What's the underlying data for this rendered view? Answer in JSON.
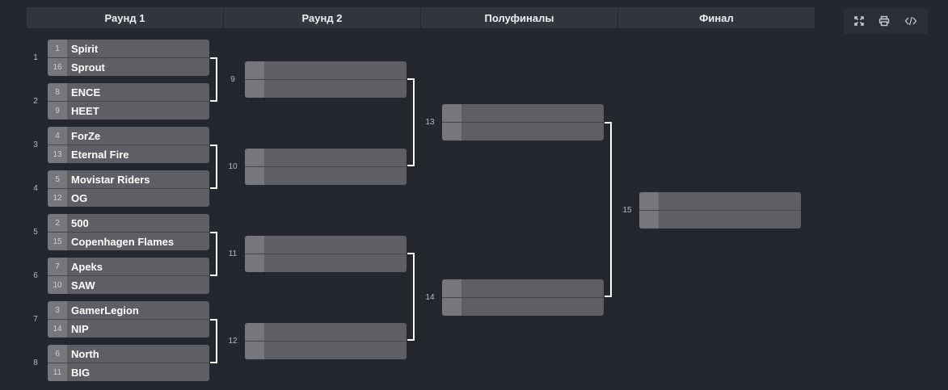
{
  "headers": [
    "Раунд 1",
    "Раунд 2",
    "Полуфиналы",
    "Финал"
  ],
  "toolbar": [
    "fullscreen-icon",
    "print-icon",
    "code-icon"
  ],
  "round1": [
    {
      "num": "1",
      "top": {
        "seed": "1",
        "team": "Spirit"
      },
      "bottom": {
        "seed": "16",
        "team": "Sprout"
      }
    },
    {
      "num": "2",
      "top": {
        "seed": "8",
        "team": "ENCE"
      },
      "bottom": {
        "seed": "9",
        "team": "HEET"
      }
    },
    {
      "num": "3",
      "top": {
        "seed": "4",
        "team": "ForZe"
      },
      "bottom": {
        "seed": "13",
        "team": "Eternal Fire"
      }
    },
    {
      "num": "4",
      "top": {
        "seed": "5",
        "team": "Movistar Riders"
      },
      "bottom": {
        "seed": "12",
        "team": "OG"
      }
    },
    {
      "num": "5",
      "top": {
        "seed": "2",
        "team": "500"
      },
      "bottom": {
        "seed": "15",
        "team": "Copenhagen Flames"
      }
    },
    {
      "num": "6",
      "top": {
        "seed": "7",
        "team": "Apeks"
      },
      "bottom": {
        "seed": "10",
        "team": "SAW"
      }
    },
    {
      "num": "7",
      "top": {
        "seed": "3",
        "team": "GamerLegion"
      },
      "bottom": {
        "seed": "14",
        "team": "NIP"
      }
    },
    {
      "num": "8",
      "top": {
        "seed": "6",
        "team": "North"
      },
      "bottom": {
        "seed": "11",
        "team": "BIG"
      }
    }
  ],
  "round2": [
    {
      "num": "9"
    },
    {
      "num": "10"
    },
    {
      "num": "11"
    },
    {
      "num": "12"
    }
  ],
  "semis": [
    {
      "num": "13"
    },
    {
      "num": "14"
    }
  ],
  "final": [
    {
      "num": "15"
    }
  ],
  "colors": {
    "background": "#26272e",
    "header": "#34353d",
    "match": "#5f5f63",
    "seed": "#77777b",
    "connector": "#ffffff"
  }
}
